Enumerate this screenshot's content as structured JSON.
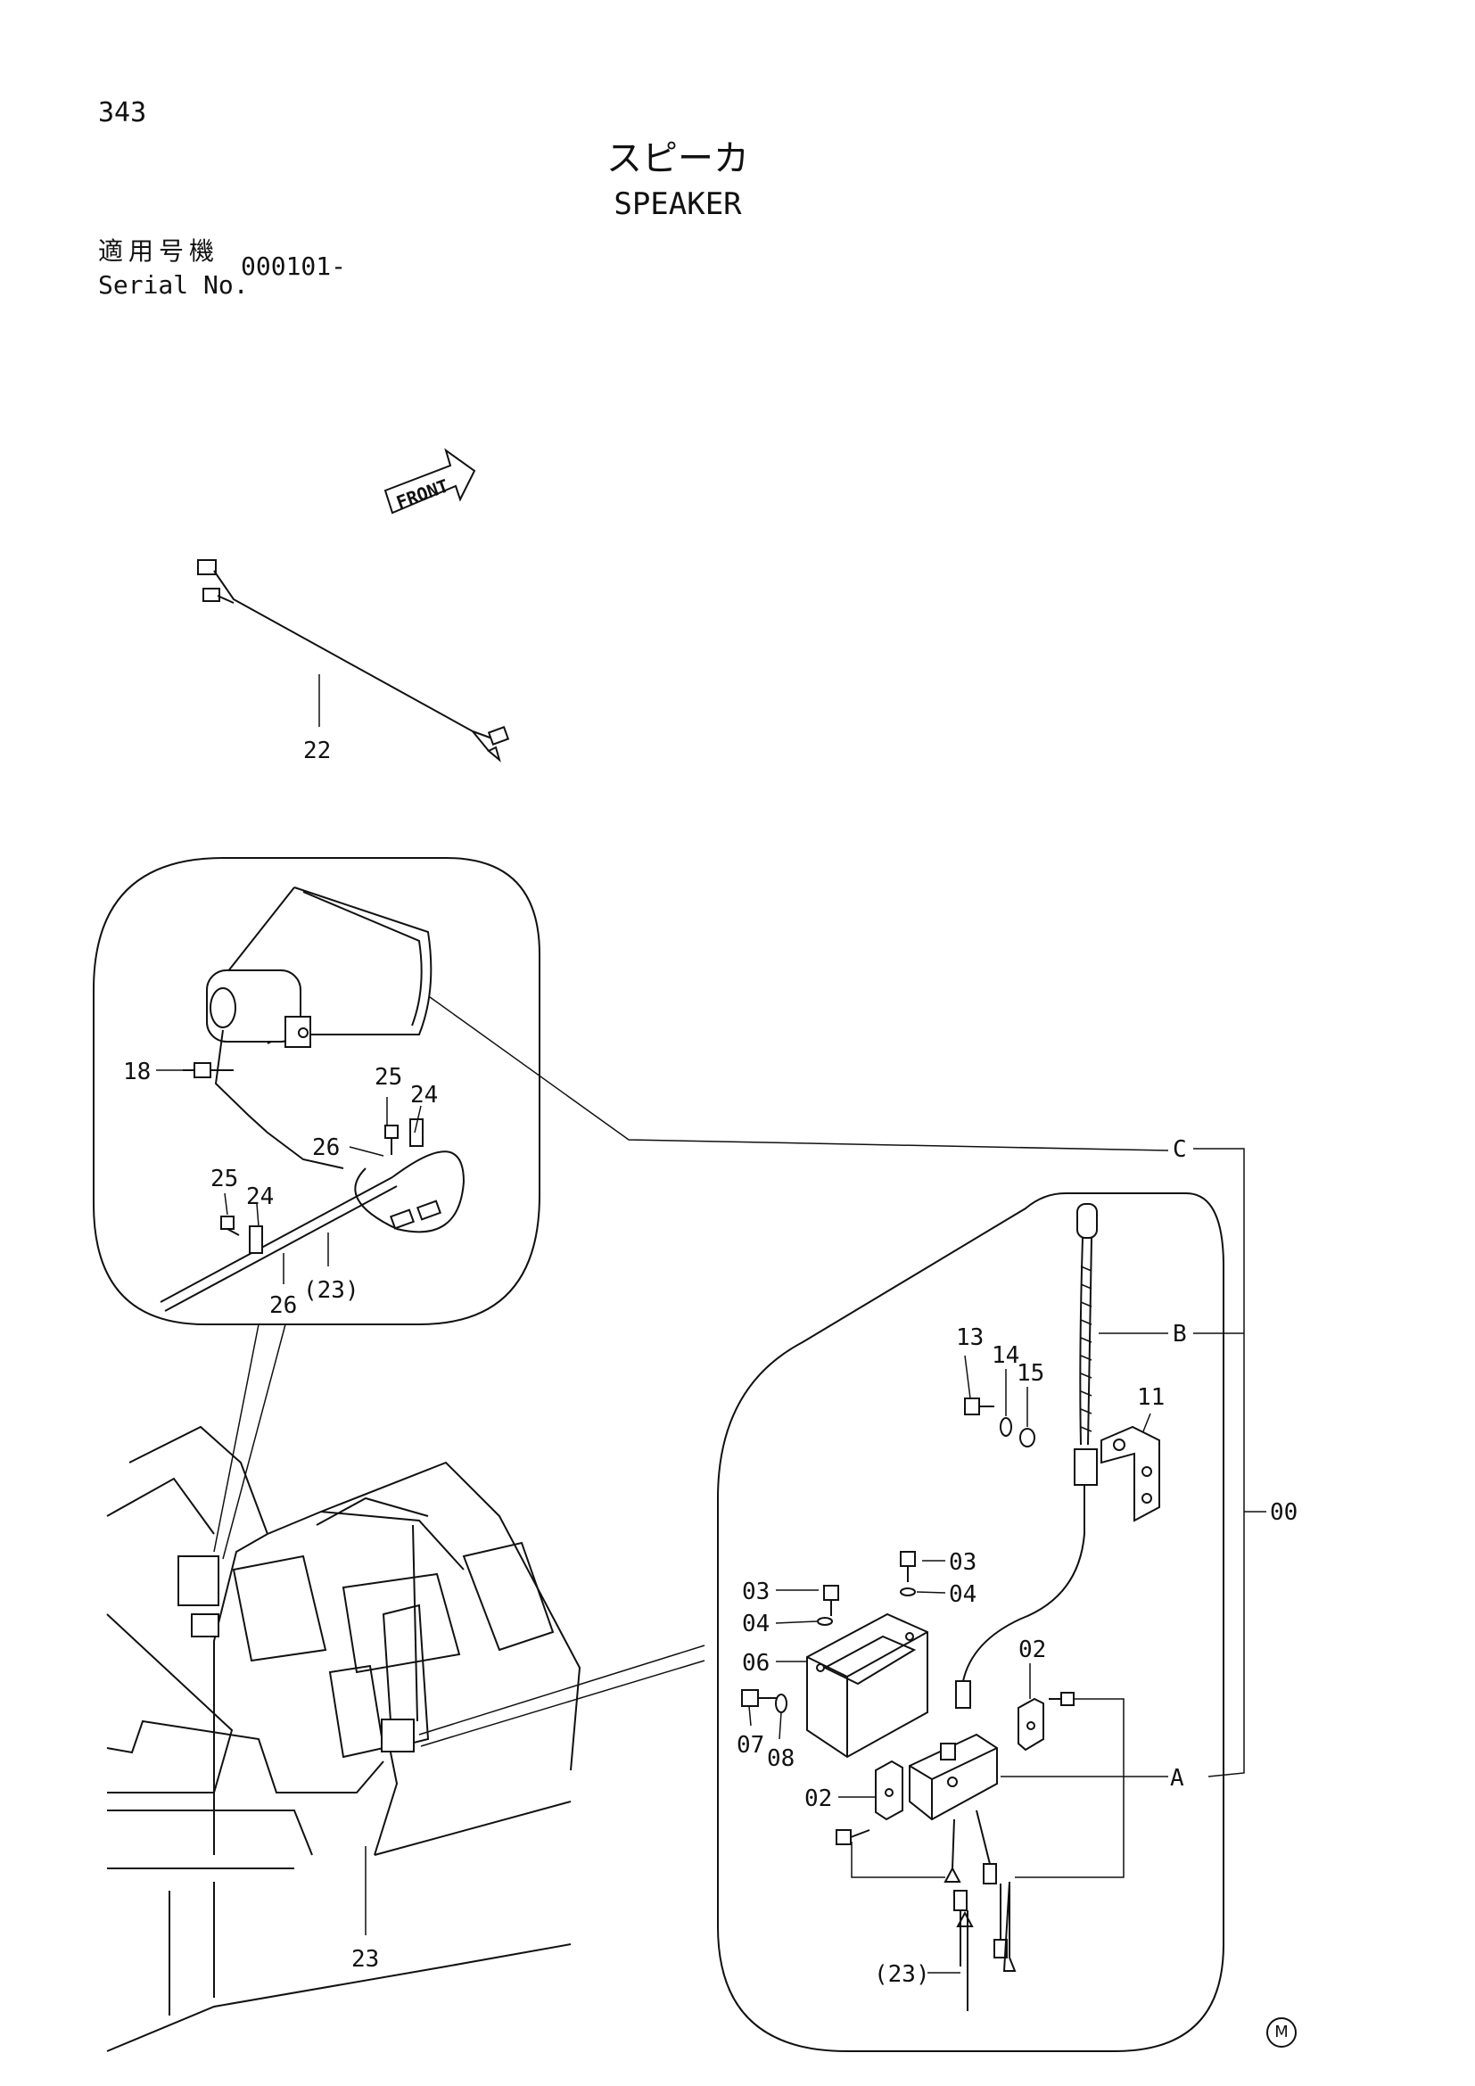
{
  "page": {
    "number": "343"
  },
  "title": {
    "japanese": "スピーカ",
    "english": "SPEAKER"
  },
  "serial": {
    "label_jp": "適用号機",
    "label_en": "Serial No.",
    "value": "000101-"
  },
  "orientation": {
    "label": "FRONT"
  },
  "callouts": {
    "c22": "22",
    "c18": "18",
    "c25a": "25",
    "c24a": "24",
    "c26a": "26",
    "c25b": "25",
    "c24b": "24",
    "c26b": "26",
    "c23a": "(23)",
    "c13": "13",
    "c14": "14",
    "c15": "15",
    "c11": "11",
    "c03a": "03",
    "c04a": "04",
    "c03b": "03",
    "c04b": "04",
    "c06": "06",
    "c07": "07",
    "c08": "08",
    "c02a": "02",
    "c02b": "02",
    "c23b": "(23)",
    "c23c": "23",
    "groupA": "A",
    "groupB": "B",
    "groupC": "C",
    "group00": "00"
  },
  "brand_mark": "M"
}
